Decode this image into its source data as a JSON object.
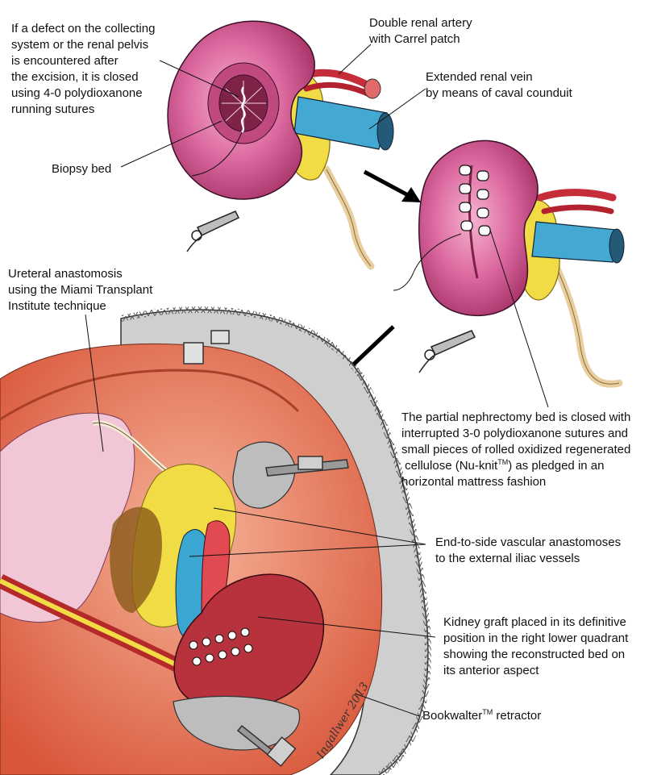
{
  "labels": {
    "defect_closure": "If a defect on the collecting\nsystem or the renal pelvis\nis encountered after\nthe excision, it is closed\nusing 4-0 polydioxanone\nrunning sutures",
    "biopsy_bed": "Biopsy bed",
    "double_artery": "Double renal artery\nwith Carrel patch",
    "extended_vein": "Extended renal vein\nby means of caval counduit",
    "ureteral_anastomosis": "Ureteral anastomosis\nusing the Miami Transplant\nInstitute technique",
    "bed_closure_line1": "The partial nephrectomy bed is closed with",
    "bed_closure_line2": "interrupted 3-0 polydioxanone sutures and",
    "bed_closure_line3": "small pieces of rolled oxidized regenerated",
    "bed_closure_line4a": "cellulose (Nu-knit",
    "bed_closure_tm": "TM",
    "bed_closure_line4b": ") as pledged in an",
    "bed_closure_line5": "horizontal mattress fashion",
    "vascular_anastomoses": "End-to-side vascular anastomoses\nto the external iliac vessels",
    "kidney_graft": "Kidney graft placed in its definitive\nposition in the right lower quadrant\nshowing the reconstructed bed on\nits anterior aspect",
    "retractor_a": "Bookwalter",
    "retractor_tm": "TM",
    "retractor_b": " retractor",
    "signature": "Ingallwer 2013"
  },
  "colors": {
    "kidney": "#d8609a",
    "kidney_dark": "#9b2c58",
    "artery": "#c62c3a",
    "vein": "#3aa6d2",
    "fat": "#f0dc3c",
    "tissue": "#e3785a",
    "skin": "#f3c7b3",
    "retractor": "#c8c8c8"
  },
  "icons": [
    "arrow-right-down-icon",
    "arrow-left-down-icon"
  ]
}
